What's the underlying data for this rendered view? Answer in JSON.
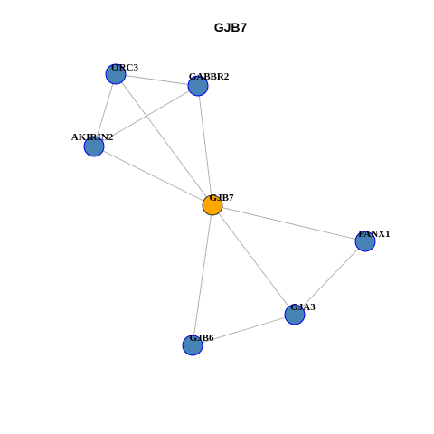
{
  "title": "GJB7",
  "colors": {
    "background": "#ffffff",
    "edge": "#aaaaaa",
    "node_fill": "#4682b4",
    "node_border": "#0000ee",
    "center_fill": "#ffa500",
    "center_border": "#333333",
    "label": "#000000",
    "title": "#000000"
  },
  "nodes": [
    {
      "id": "ORC3",
      "label": "ORC3",
      "center": false
    },
    {
      "id": "GABBR2",
      "label": "GABBR2",
      "center": false
    },
    {
      "id": "AKIRIN2",
      "label": "AKIRIN2",
      "center": false
    },
    {
      "id": "GJB7",
      "label": "GJB7",
      "center": true
    },
    {
      "id": "PANX1",
      "label": "PANX1",
      "center": false
    },
    {
      "id": "GJA3",
      "label": "GJA3",
      "center": false
    },
    {
      "id": "GJB6",
      "label": "GJB6",
      "center": false
    }
  ],
  "edges": [
    [
      "ORC3",
      "GABBR2"
    ],
    [
      "ORC3",
      "AKIRIN2"
    ],
    [
      "ORC3",
      "GJB7"
    ],
    [
      "GABBR2",
      "AKIRIN2"
    ],
    [
      "GABBR2",
      "GJB7"
    ],
    [
      "AKIRIN2",
      "GJB7"
    ],
    [
      "GJB7",
      "PANX1"
    ],
    [
      "GJB7",
      "GJA3"
    ],
    [
      "GJB7",
      "GJB6"
    ],
    [
      "PANX1",
      "GJA3"
    ],
    [
      "GJA3",
      "GJB6"
    ]
  ]
}
